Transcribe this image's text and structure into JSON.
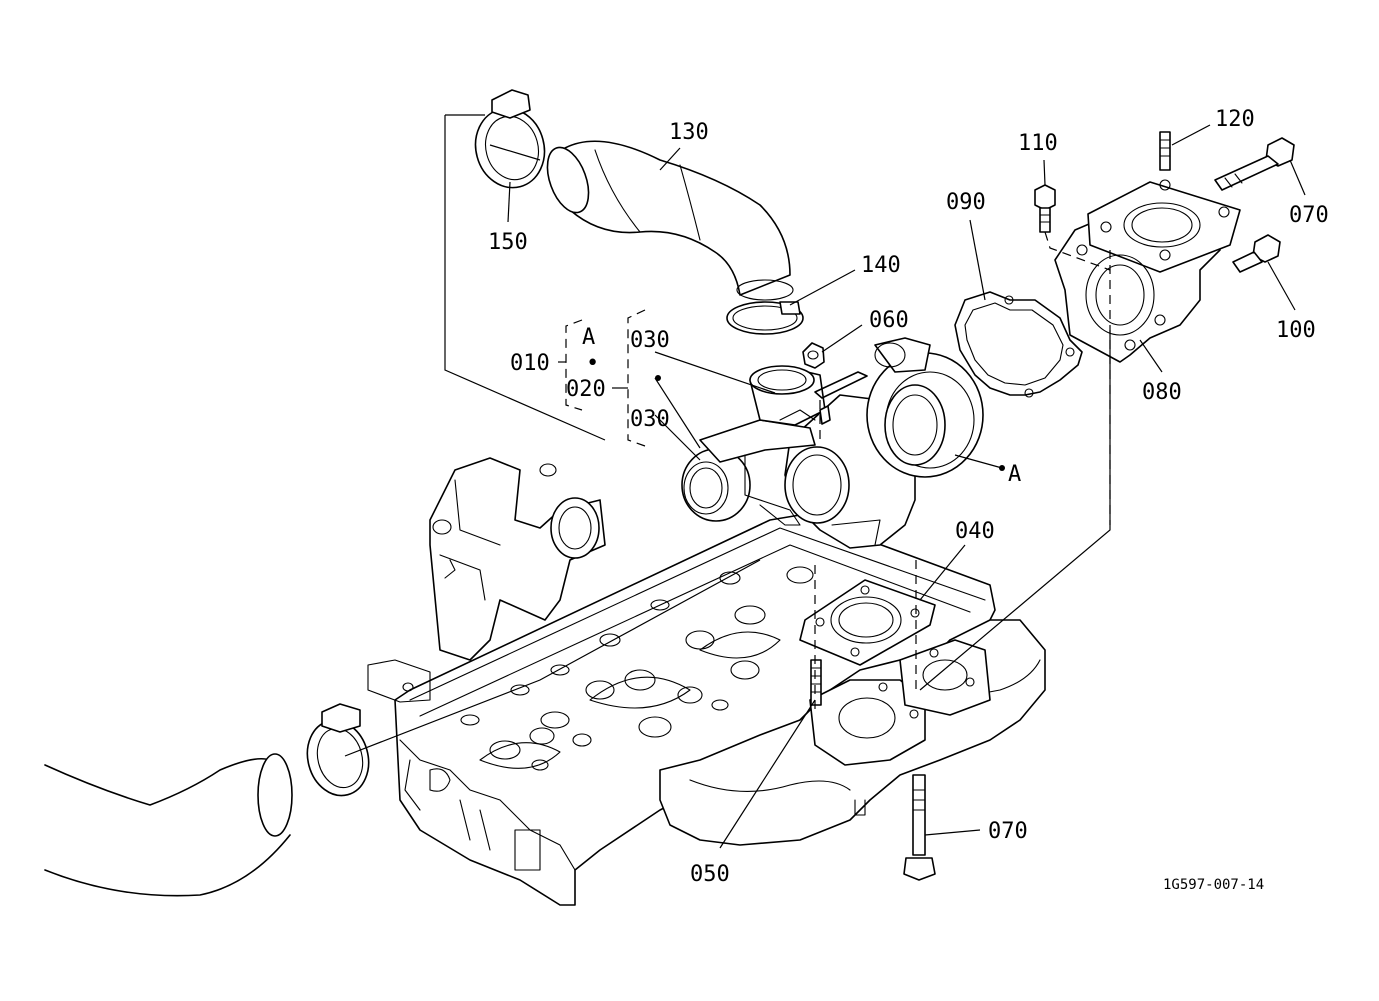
{
  "diagram": {
    "drawing_id": "1G597-007-14",
    "group_labels": {
      "item_010": "010",
      "item_020": "020",
      "marker_a": "A",
      "dot": "•"
    },
    "callouts": {
      "c010": "010",
      "c020": "020",
      "c030a": "030",
      "c030b": "030",
      "c040": "040",
      "c050": "050",
      "c060": "060",
      "c070a": "070",
      "c070b": "070",
      "c080": "080",
      "c090": "090",
      "c100": "100",
      "c110": "110",
      "c120": "120",
      "c130": "130",
      "c140": "140",
      "c150": "150",
      "cA": "A"
    }
  }
}
